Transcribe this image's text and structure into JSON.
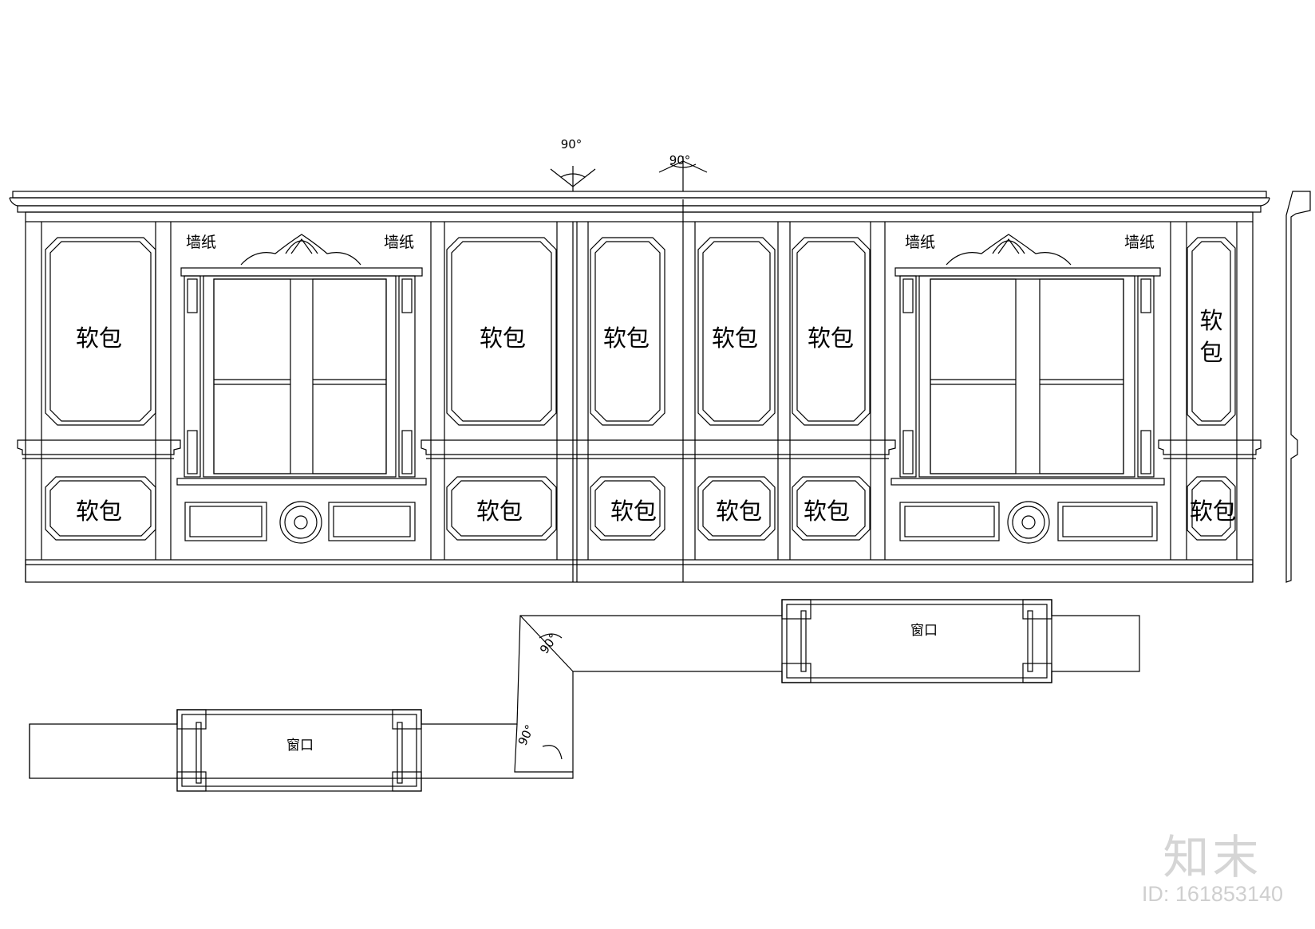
{
  "labels": {
    "soft_pack": "软包",
    "soft_pack_top": "软",
    "soft_pack_bottom": "包",
    "wallpaper": "墙纸",
    "window_opening": "窗口",
    "angle": "90°"
  },
  "watermark": {
    "logo": "知末",
    "id": "ID: 161853140"
  },
  "colors": {
    "line": "#000000",
    "background": "#ffffff",
    "watermark": "#d5d5d5"
  }
}
